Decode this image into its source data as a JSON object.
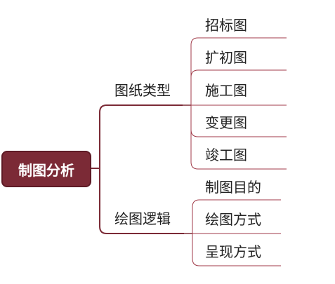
{
  "colors": {
    "branch": "#7b2a36",
    "root_fill": "#7b2a36",
    "leaf_line": "#a03a48"
  },
  "root": {
    "label": "制图分析"
  },
  "branches": [
    {
      "label": "图纸类型",
      "children": [
        "招标图",
        "扩初图",
        "施工图",
        "变更图",
        "竣工图"
      ]
    },
    {
      "label": "绘图逻辑",
      "children": [
        "制图目的",
        "绘图方式",
        "呈现方式"
      ]
    }
  ]
}
